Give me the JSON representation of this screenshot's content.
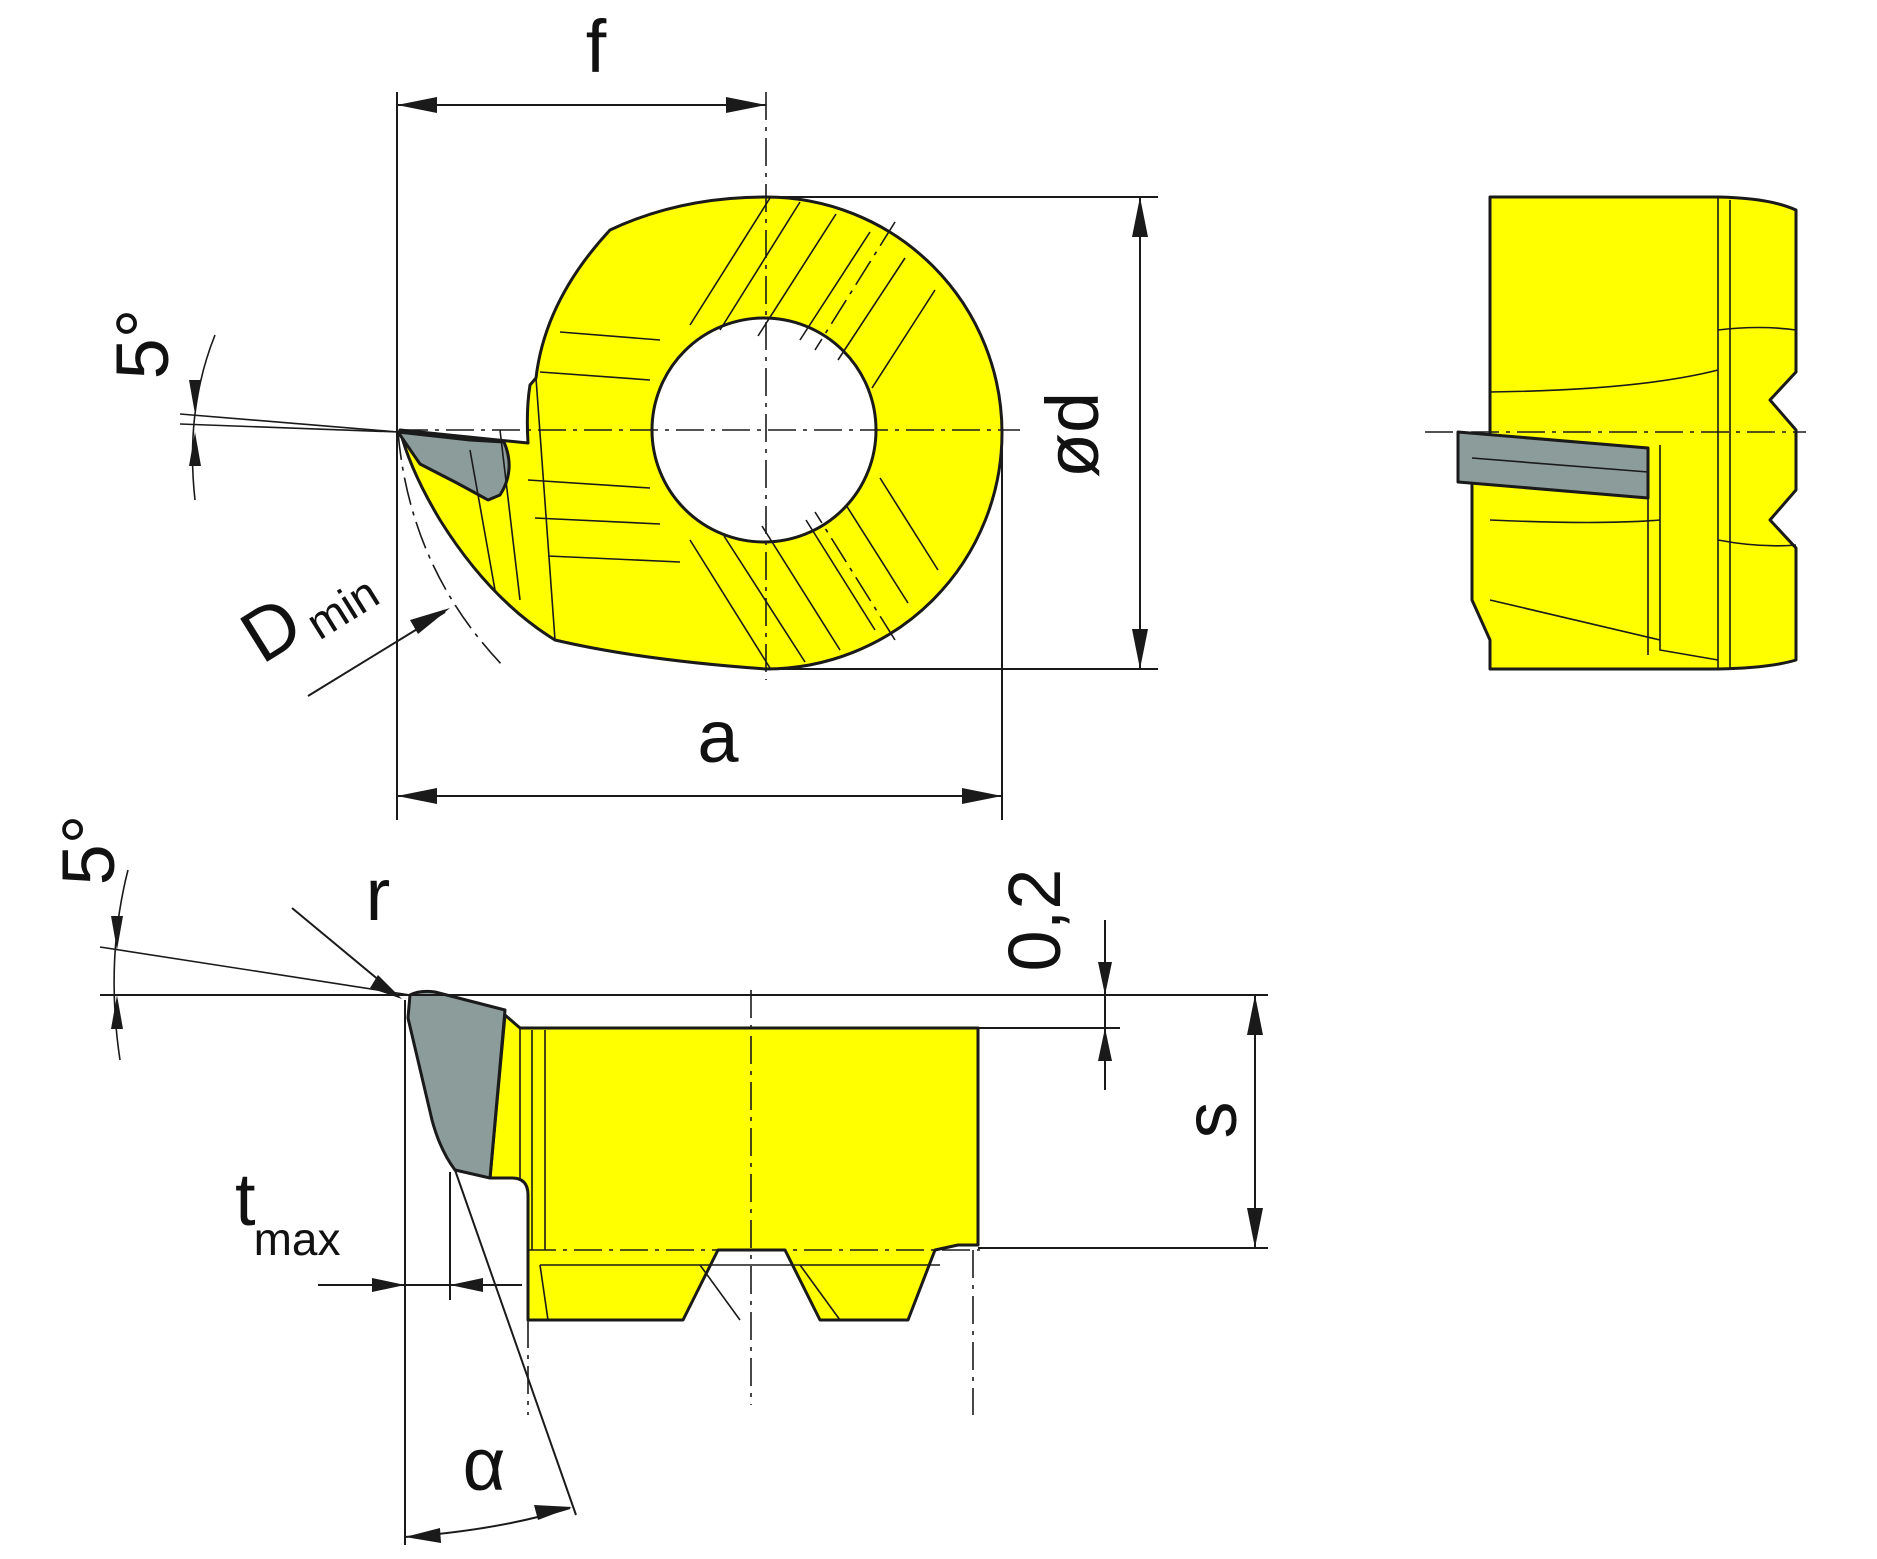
{
  "colors": {
    "insert_body": "#ffff00",
    "cutting_edge": "#8c9c9a",
    "line": "#1a1a1a",
    "background": "#ffffff"
  },
  "labels": {
    "f": "f",
    "d": "ød",
    "a": "a",
    "angle_top": "5°",
    "angle_bottom": "5°",
    "d_min_main": "D",
    "d_min_sub": "min",
    "r": "r",
    "offset": "0,2",
    "s": "s",
    "t_max_main": "t",
    "t_max_sub": "max",
    "alpha": "α"
  }
}
